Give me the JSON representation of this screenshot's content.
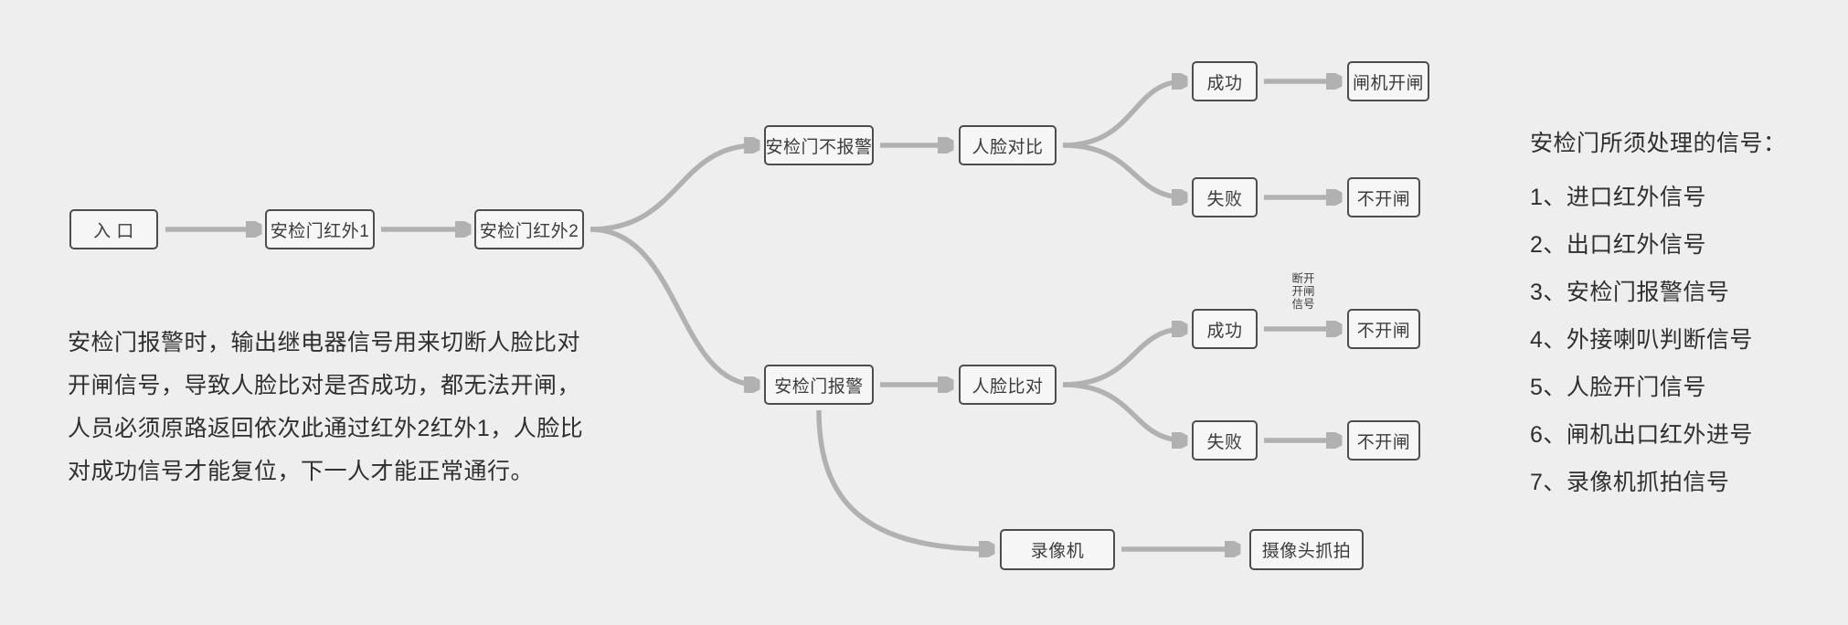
{
  "flow": {
    "nodes": {
      "entrance": "入 口",
      "ir1": "安检门红外1",
      "ir2": "安检门红外2",
      "no_alarm": "安检门不报警",
      "face_compare_1": "人脸对比",
      "success_1": "成功",
      "gate_open": "闸机开闸",
      "fail_1": "失败",
      "no_open_1": "不开闸",
      "alarm": "安检门报警",
      "face_compare_2": "人脸比对",
      "success_2": "成功",
      "no_open_2": "不开闸",
      "fail_2": "失败",
      "no_open_3": "不开闸",
      "recorder": "录像机",
      "camera_capture": "摄像头抓拍"
    },
    "edge_label": [
      "断开",
      "开闸",
      "信号"
    ]
  },
  "note": {
    "lines": [
      "安检门报警时，输出继电器信号用来切断人脸比对",
      "开闸信号，导致人脸比对是否成功，都无法开闸，",
      "人员必须原路返回依次此通过红外2红外1，人脸比",
      "对成功信号才能复位，下一人才能正常通行。"
    ]
  },
  "signals": {
    "title": "安检门所须处理的信号：",
    "items": [
      "1、进口红外信号",
      "2、出口红外信号",
      "3、安检门报警信号",
      "4、外接喇叭判断信号",
      "5、人脸开门信号",
      "6、闸机出口红外进号",
      "7、录像机抓拍信号"
    ]
  },
  "colors": {
    "background": "#eeeeee",
    "box_border": "#4d4d4d",
    "arrow": "#b1b1b1",
    "text": "#2f2f2f"
  }
}
